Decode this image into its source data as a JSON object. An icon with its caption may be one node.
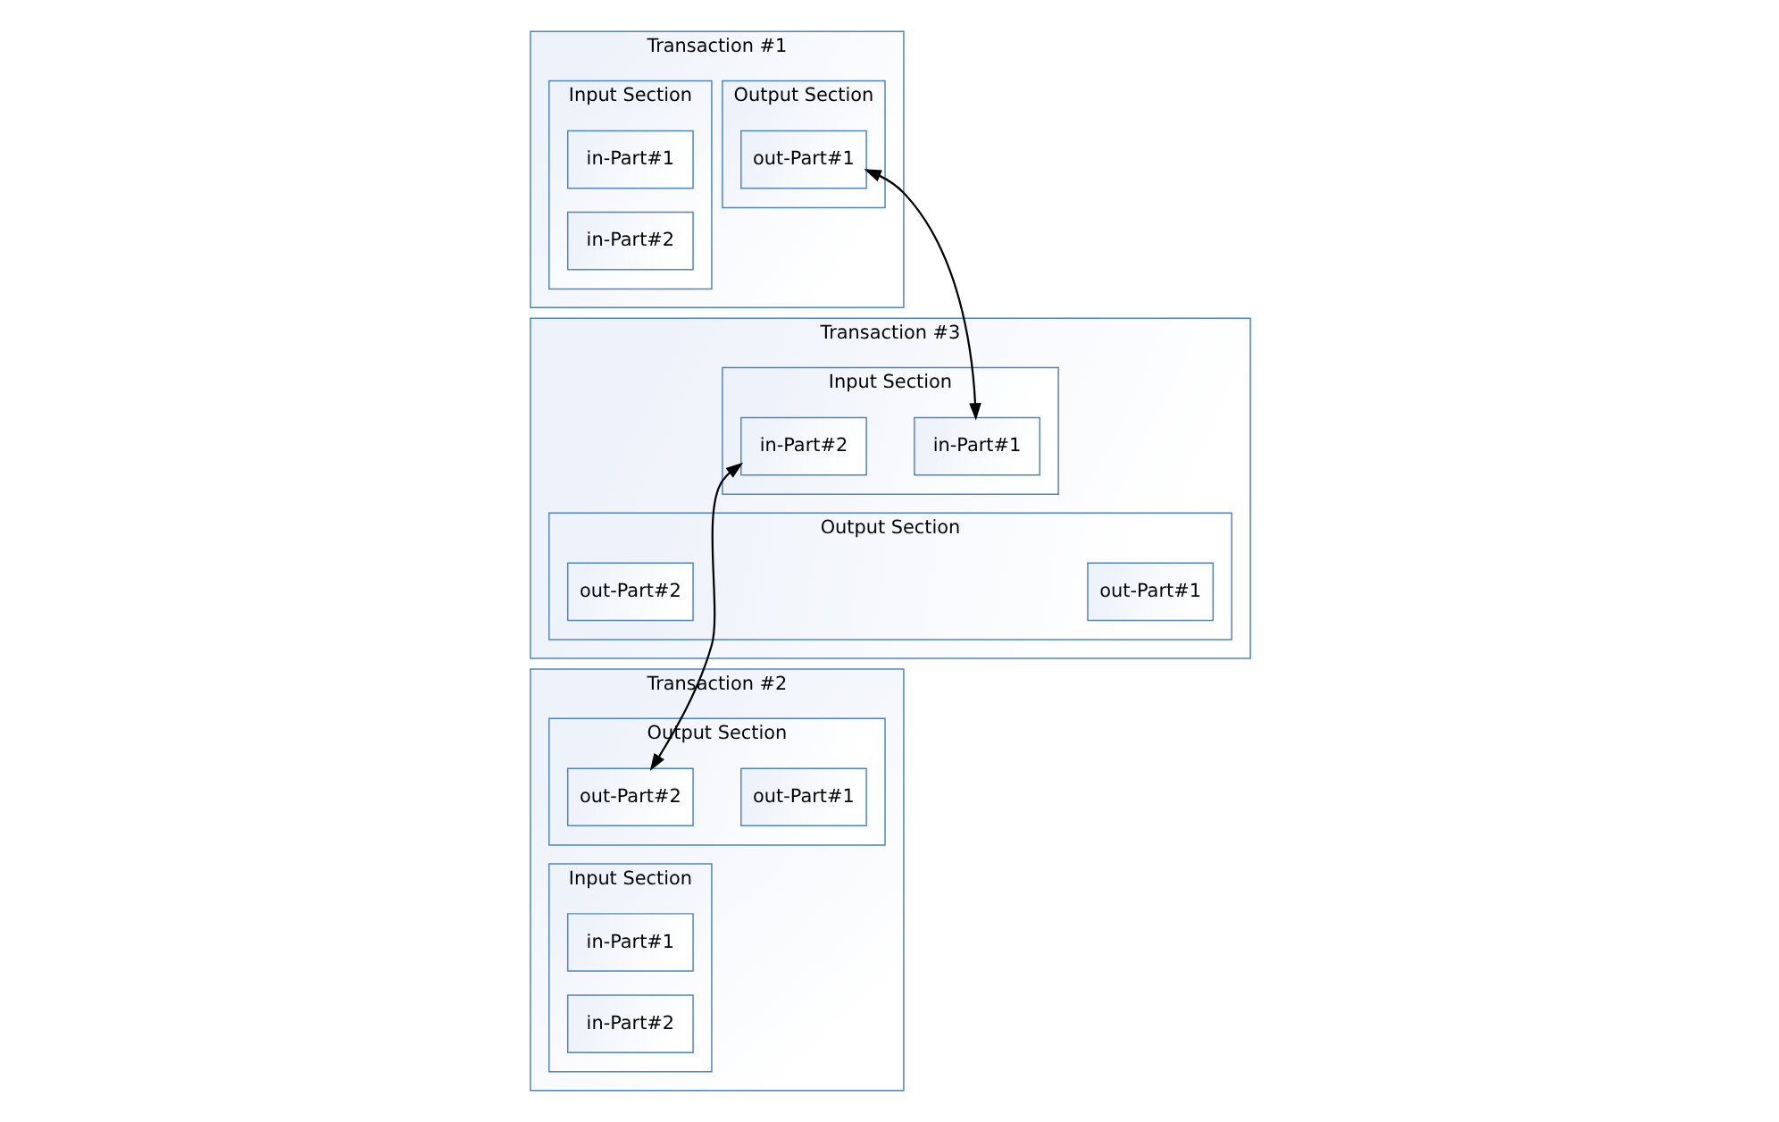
{
  "diagram": {
    "nodes": [
      {
        "text": [
          "Transaction #1"
        ]
      },
      {
        "text": [
          "Input Section"
        ],
        "in": 0
      },
      {
        "text": [
          "in-Part#1"
        ],
        "in": 1
      },
      {
        "text": [
          "in-Part#2"
        ],
        "in": 1
      },
      {
        "text": [
          "Output Section"
        ],
        "in": 0
      },
      {
        "text": [
          "out-Part#1"
        ],
        "in": 4
      },
      {
        "text": [
          "Transaction #3"
        ]
      },
      {
        "text": [
          "Input Section"
        ],
        "in": 6
      },
      {
        "text": [
          "in-Part#1"
        ],
        "in": 7
      },
      {
        "text": [
          "in-Part#2"
        ],
        "in": 7
      },
      {
        "text": [
          "Output Section"
        ],
        "in": 6
      },
      {
        "text": [
          "out-Part#1"
        ],
        "in": 10
      },
      {
        "text": [
          "out-Part#2"
        ],
        "in": 10
      },
      {
        "text": [
          "Transaction #2"
        ]
      },
      {
        "text": [
          "Input Section"
        ],
        "in": 13
      },
      {
        "text": [
          "in-Part#1"
        ],
        "in": 14
      },
      {
        "text": [
          "in-Part#2"
        ],
        "in": 14
      },
      {
        "text": [
          "Output Section"
        ],
        "in": 13
      },
      {
        "text": [
          "out-Part#1"
        ],
        "in": 17
      },
      {
        "text": [
          "out-Part#2"
        ],
        "in": 17
      }
    ],
    "edges": [
      {
        "from": 5,
        "to": 8,
        "arrow": "both"
      },
      {
        "from": 19,
        "to": 9,
        "arrow": "both"
      }
    ]
  }
}
